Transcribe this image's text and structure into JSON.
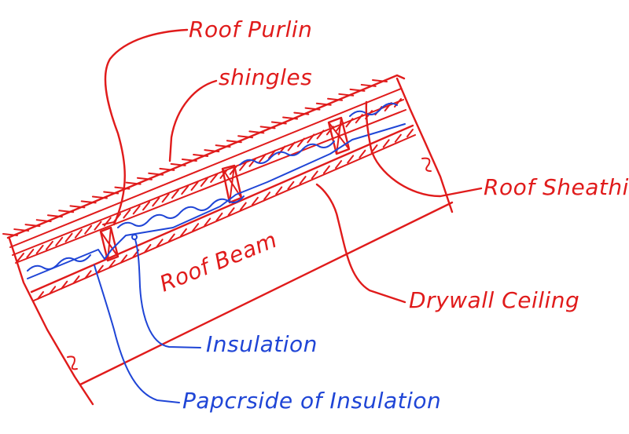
{
  "labels": {
    "roof_purlin": "Roof Purlin",
    "shingles": "shingles",
    "roof_sheathing": "Roof Sheathing",
    "roof_beam": "Roof Beam",
    "drywall_ceiling": "Drywall Ceiling",
    "insulation": "Insulation",
    "paperside_of_insulation": "Papcrside of Insulation"
  },
  "colors": {
    "ink_red": "#e01b1b",
    "ink_blue": "#1f45d6",
    "background": "#ffffff"
  }
}
